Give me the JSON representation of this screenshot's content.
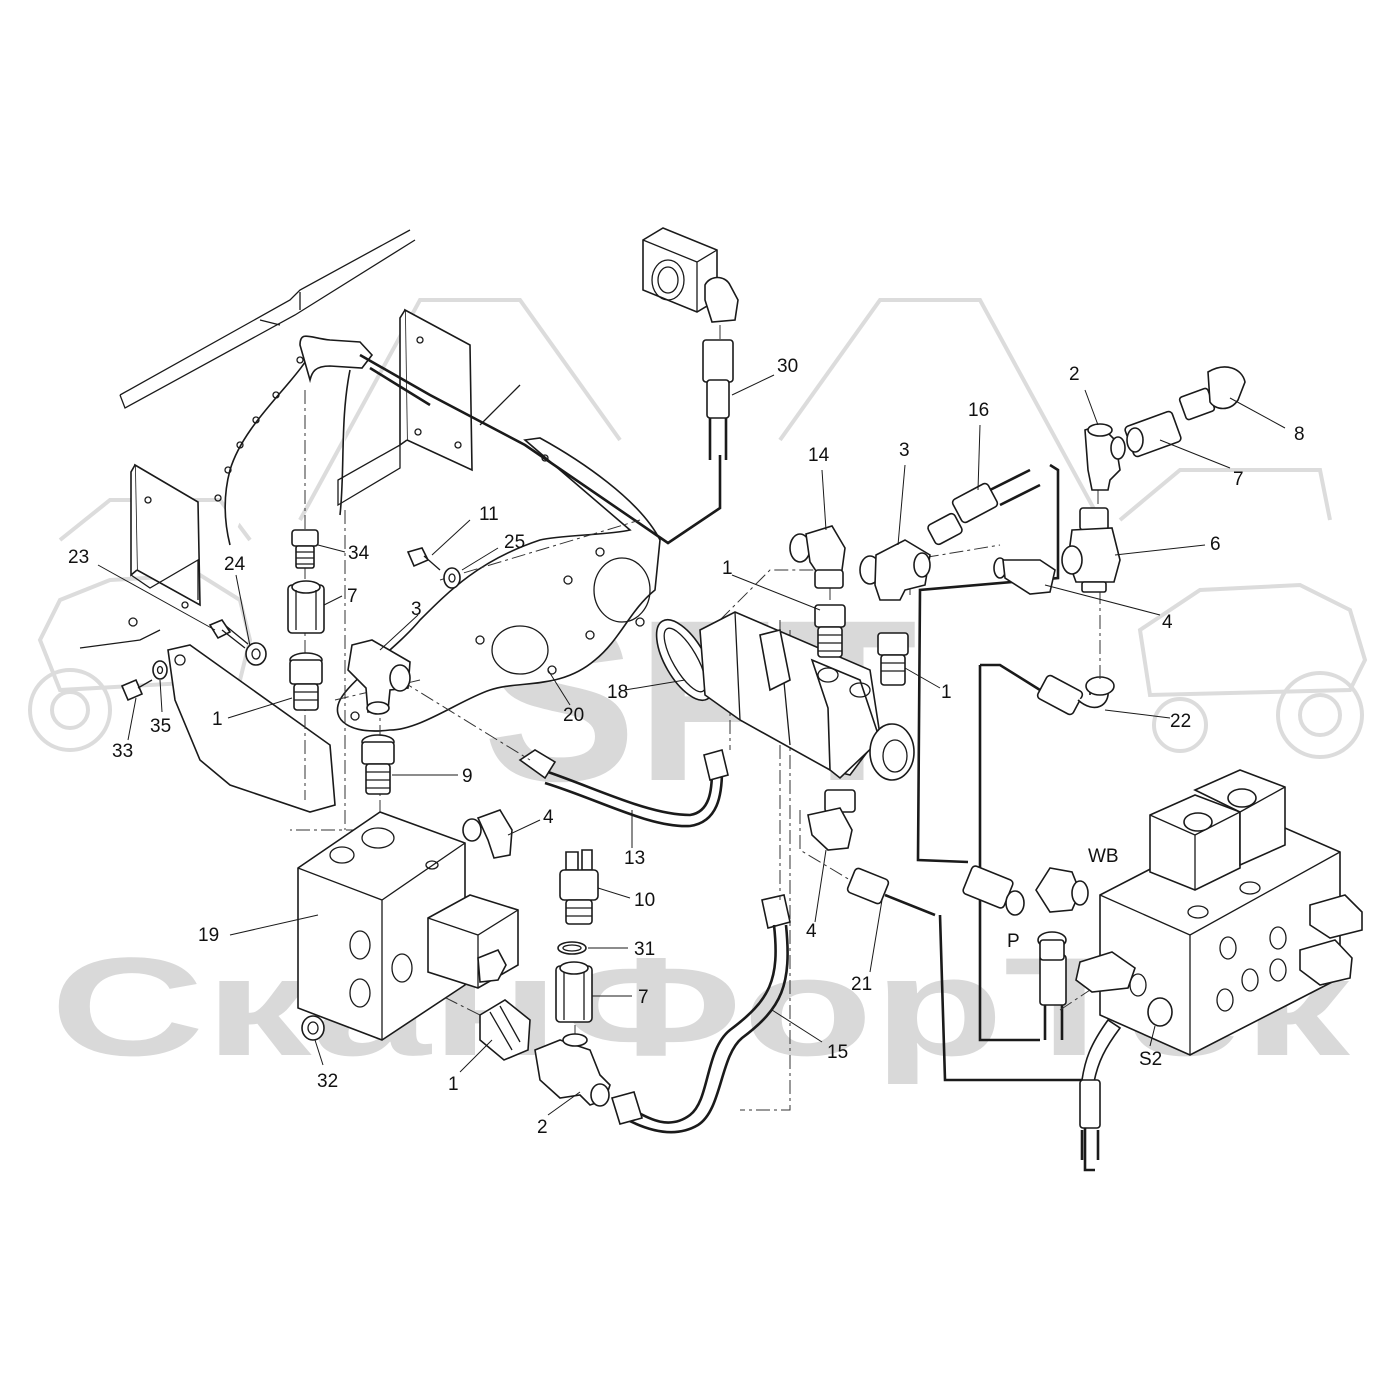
{
  "watermark": {
    "logo_text": "SFT",
    "brand_text": "СканФорТек",
    "color": "#d9d9d9"
  },
  "colors": {
    "line": "#1a1a1a",
    "background": "#ffffff"
  },
  "callouts": [
    {
      "id": "c30",
      "text": "30"
    },
    {
      "id": "c2a",
      "text": "2"
    },
    {
      "id": "c8",
      "text": "8"
    },
    {
      "id": "c16",
      "text": "16"
    },
    {
      "id": "c7a",
      "text": "7"
    },
    {
      "id": "c14",
      "text": "14"
    },
    {
      "id": "c3a",
      "text": "3"
    },
    {
      "id": "c6",
      "text": "6"
    },
    {
      "id": "c11",
      "text": "11"
    },
    {
      "id": "c25",
      "text": "25"
    },
    {
      "id": "c34",
      "text": "34"
    },
    {
      "id": "c23",
      "text": "23"
    },
    {
      "id": "c24",
      "text": "24"
    },
    {
      "id": "c7b",
      "text": "7"
    },
    {
      "id": "c3b",
      "text": "3"
    },
    {
      "id": "c1a",
      "text": "1"
    },
    {
      "id": "c4a",
      "text": "4"
    },
    {
      "id": "c1b",
      "text": "1"
    },
    {
      "id": "c33",
      "text": "33"
    },
    {
      "id": "c35",
      "text": "35"
    },
    {
      "id": "c1c",
      "text": "1"
    },
    {
      "id": "c20",
      "text": "20"
    },
    {
      "id": "c18",
      "text": "18"
    },
    {
      "id": "c22",
      "text": "22"
    },
    {
      "id": "c9",
      "text": "9"
    },
    {
      "id": "c4b",
      "text": "4"
    },
    {
      "id": "c13",
      "text": "13"
    },
    {
      "id": "cWB",
      "text": "WB"
    },
    {
      "id": "c10",
      "text": "10"
    },
    {
      "id": "c19",
      "text": "19"
    },
    {
      "id": "c31",
      "text": "31"
    },
    {
      "id": "c4c",
      "text": "4"
    },
    {
      "id": "c21",
      "text": "21"
    },
    {
      "id": "cP",
      "text": "P"
    },
    {
      "id": "c7c",
      "text": "7"
    },
    {
      "id": "c15",
      "text": "15"
    },
    {
      "id": "c32",
      "text": "32"
    },
    {
      "id": "c1d",
      "text": "1"
    },
    {
      "id": "cS2",
      "text": "S2"
    },
    {
      "id": "c2b",
      "text": "2"
    }
  ]
}
